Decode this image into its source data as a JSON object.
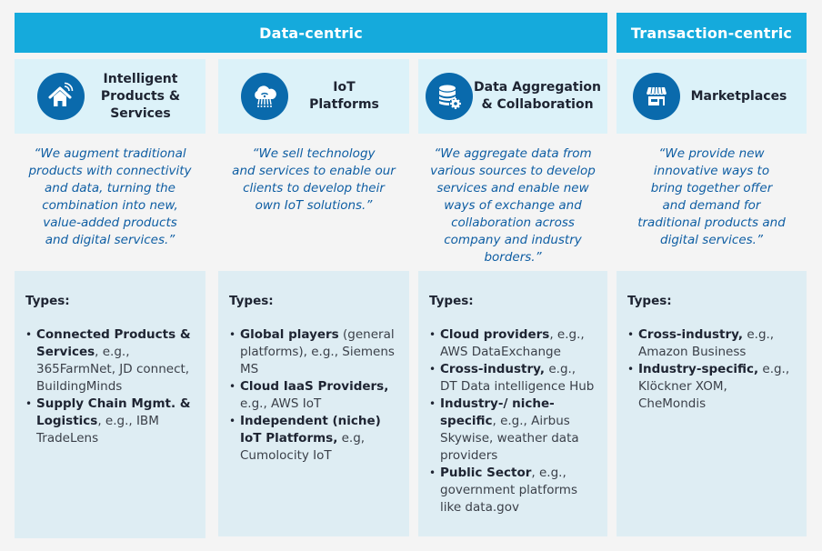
{
  "banners": {
    "data_centric": "Data-centric",
    "transaction_centric": "Transaction-centric"
  },
  "colors": {
    "banner": "#15aadc",
    "header_card": "#dcf2f9",
    "icon_circle": "#0a6aac",
    "quote_text": "#0f5ea3",
    "types_card": "#deedf3",
    "background": "#f4f4f4"
  },
  "columns": [
    {
      "title": "Intelligent\nProducts &\nServices",
      "icon": "smart-home-icon",
      "quote": "“We augment traditional\nproducts with connectivity\nand data, turning the\ncombination into new,\nvalue-added products\nand digital services.”",
      "types_heading": "Types:",
      "types": [
        {
          "bold": "Connected Products & Services",
          "rest": ", e.g., 365FarmNet, JD connect, BuildingMinds"
        },
        {
          "bold": "Supply Chain Mgmt. & Logistics",
          "rest": ", e.g., IBM TradeLens"
        }
      ]
    },
    {
      "title": "IoT\nPlatforms",
      "icon": "iot-cloud-icon",
      "quote": "“We sell technology\nand services to enable our\nclients to develop their\nown IoT solutions.”",
      "types_heading": "Types:",
      "types": [
        {
          "bold": "Global players",
          "rest": " (general platforms), e.g., Siemens MS"
        },
        {
          "bold": "Cloud IaaS Providers,",
          "rest": " e.g., AWS IoT"
        },
        {
          "bold": "Independent (niche) IoT Platforms,",
          "rest": " e.g, Cumolocity IoT"
        }
      ]
    },
    {
      "title": "Data Aggregation\n& Collaboration",
      "icon": "database-gear-icon",
      "quote": "“We aggregate data from\nvarious sources to develop\nservices and enable new\nways of exchange and\ncollaboration across\ncompany and industry\nborders.”",
      "types_heading": "Types:",
      "types": [
        {
          "bold": "Cloud providers",
          "rest": ", e.g., AWS DataExchange"
        },
        {
          "bold": "Cross-industry,",
          "rest": " e.g., DT Data intelligence Hub"
        },
        {
          "bold": "Industry-/ niche-specific",
          "rest": ", e.g., Airbus Skywise, weather data providers"
        },
        {
          "bold": "Public Sector",
          "rest": ", e.g., government platforms like data.gov"
        }
      ]
    },
    {
      "title": "Marketplaces",
      "icon": "storefront-icon",
      "quote": "“We provide new\ninnovative ways to\nbring together offer\nand demand for\ntraditional products and\ndigital services.”",
      "types_heading": "Types:",
      "types": [
        {
          "bold": "Cross-industry,",
          "rest": " e.g., Amazon Business"
        },
        {
          "bold": "Industry-specific,",
          "rest": " e.g., Klöckner XOM, CheMondis"
        }
      ]
    }
  ]
}
